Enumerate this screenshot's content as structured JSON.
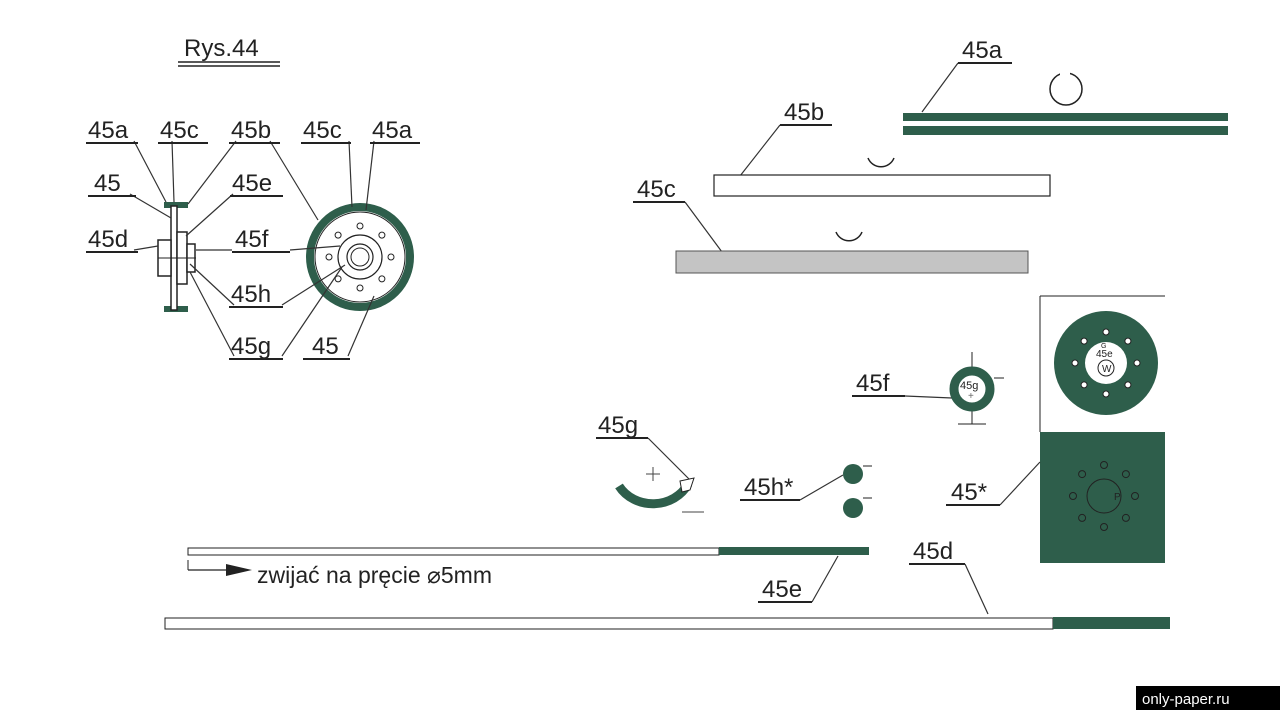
{
  "title": "Rys.44",
  "colors": {
    "green": "#2e5e4b",
    "gray": "#c4c4c4",
    "line": "#222222"
  },
  "assembly_labels": {
    "a45a_left": "45a",
    "a45c_left": "45c",
    "a45b": "45b",
    "a45c_right": "45c",
    "a45a_right": "45a",
    "a45": "45",
    "a45e": "45e",
    "a45d": "45d",
    "a45f": "45f",
    "a45h": "45h",
    "a45g": "45g",
    "a45_bottom": "45"
  },
  "parts": {
    "p45a": "45a",
    "p45b": "45b",
    "p45c": "45c",
    "p45f": "45f",
    "p45f_inner": "45g",
    "p45g": "45g",
    "p45h": "45h*",
    "p45star": "45*",
    "p45d": "45d",
    "p45e": "45e",
    "panel_45e": "45e",
    "panel_w": "W",
    "panel_g": "G",
    "panel_p": "P"
  },
  "instruction": "zwijać na pręcie ⌀5mm",
  "watermark": "only-paper.ru"
}
